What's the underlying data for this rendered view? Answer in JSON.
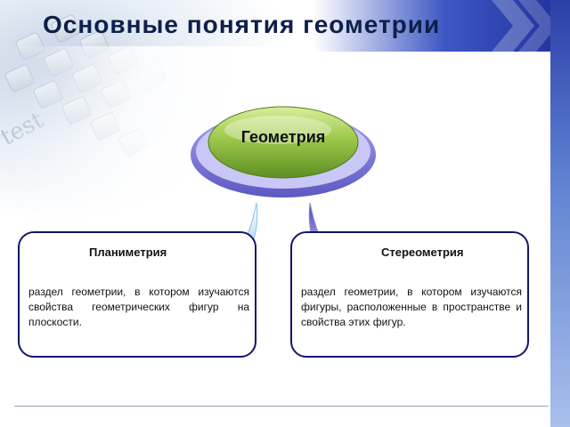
{
  "title": "Основные понятия  геометрии",
  "center": {
    "label": "Геометрия"
  },
  "planimetry": {
    "title": "Планиметрия",
    "text": "раздел геометрии, в котором изучаются свойства геометрических фигур на плоскости."
  },
  "stereometry": {
    "title": "Стереометрия",
    "text": "раздел геометрии, в котором изучаются фигуры, расположенные в пространстве и свойства этих фигур."
  },
  "colors": {
    "title_text": "#0f1f4a",
    "card_border": "#14166a",
    "button_green": "#8dbb3c",
    "button_ring": "#6f6cd0",
    "arrow_left": "#6fb0e6",
    "arrow_right": "#7a74d8"
  },
  "background": {
    "watermark_text": "test"
  }
}
